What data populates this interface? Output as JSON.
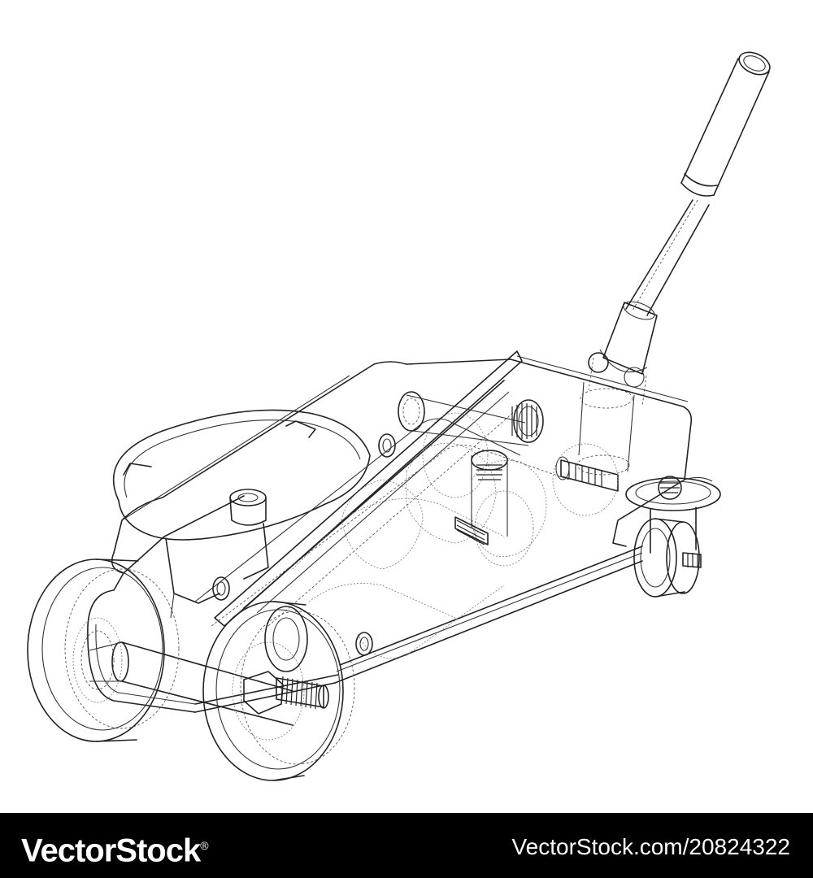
{
  "illustration": {
    "subject_icon": "floor-jack-wireframe",
    "line_color": "#222222",
    "background": "#ffffff"
  },
  "footer": {
    "brand": "VectorStock",
    "brand_registered_mark": "®",
    "stock_id": "VectorStock.com/20824322",
    "background": "#000000",
    "text_color": "#ffffff"
  }
}
